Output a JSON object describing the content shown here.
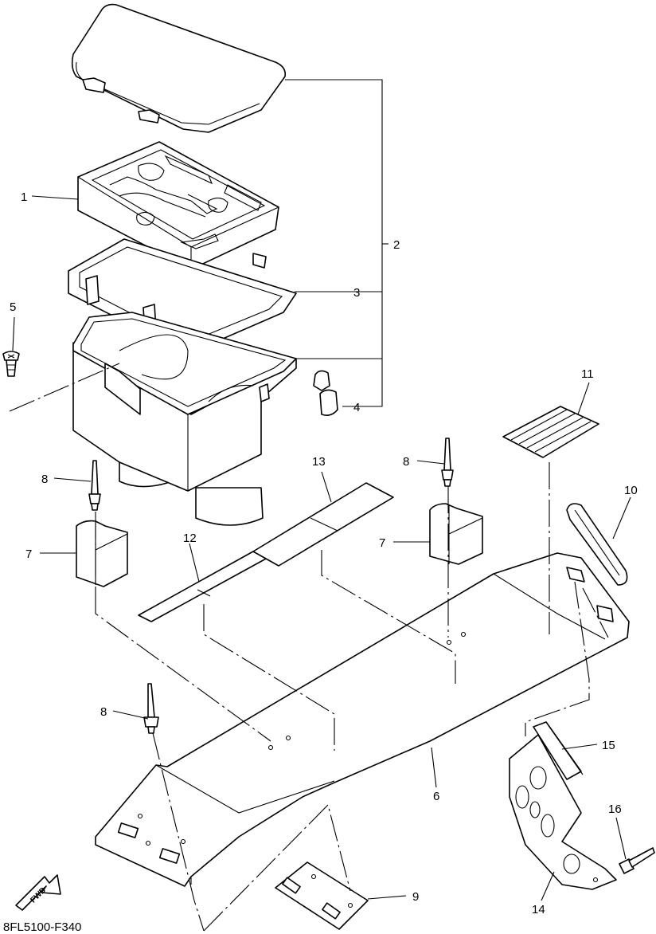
{
  "diagram": {
    "callouts": [
      "1",
      "2",
      "3",
      "4",
      "5",
      "6",
      "7",
      "7",
      "8",
      "8",
      "8",
      "9",
      "10",
      "11",
      "12",
      "13",
      "14",
      "15",
      "16"
    ],
    "direction_label": "FWD",
    "drawing_code": "8FL5100-F340"
  }
}
